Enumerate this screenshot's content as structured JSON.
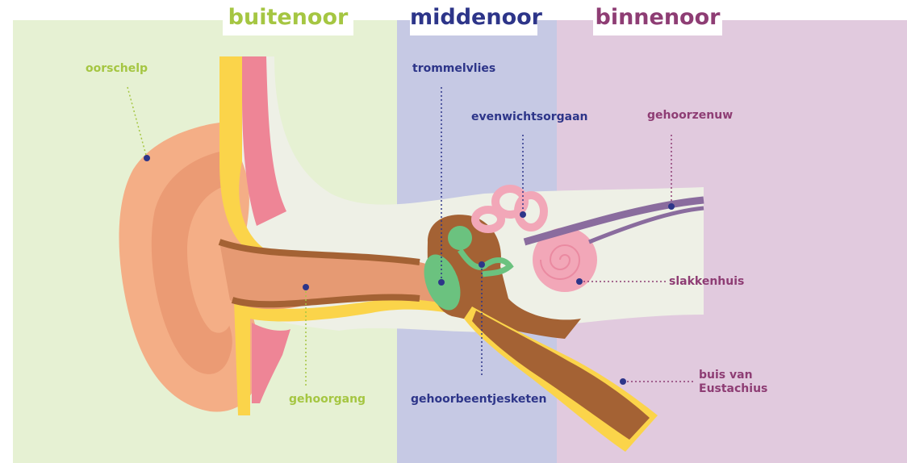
{
  "colors": {
    "outer": "#a5c642",
    "middle": "#2d3589",
    "inner": "#8e3d74"
  },
  "headers": {
    "outer": "buitenoor",
    "middle": "middenoor",
    "inner": "binnenoor"
  },
  "labels": {
    "oorschelp": "oorschelp",
    "gehoorgang": "gehoorgang",
    "trommelvlies": "trommelvlies",
    "gehoorbeentjesketen": "gehoorbeentjesketen",
    "evenwichtsorgaan": "evenwichtsorgaan",
    "gehoorzenuw": "gehoorzenuw",
    "slakkenhuis": "slakkenhuis",
    "buis_line1": "buis van",
    "buis_line2": "Eustachius"
  }
}
